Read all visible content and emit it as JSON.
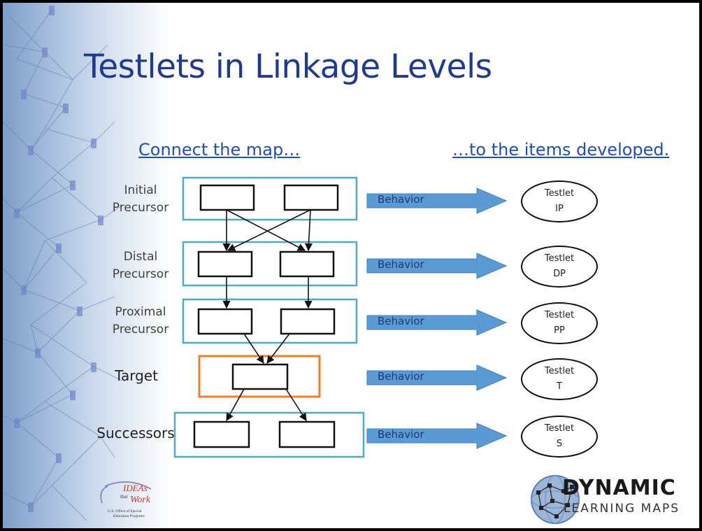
{
  "title": "Testlets in Linkage Levels",
  "left_heading": "Connect the map…",
  "right_heading": "…to the items developed.",
  "levels": [
    {
      "label_line1": "Initial",
      "label_line2": "Precursor",
      "arrow_label": "Behavior",
      "testlet_line1": "Testlet",
      "testlet_line2": "IP"
    },
    {
      "label_line1": "Distal",
      "label_line2": "Precursor",
      "arrow_label": "Behavior",
      "testlet_line1": "Testlet",
      "testlet_line2": "DP"
    },
    {
      "label_line1": "Proximal",
      "label_line2": "Precursor",
      "arrow_label": "Behavior",
      "testlet_line1": "Testlet",
      "testlet_line2": "PP"
    },
    {
      "label_line1": "Target",
      "label_line2": "",
      "arrow_label": "Behavior",
      "testlet_line1": "Testlet",
      "testlet_line2": "T"
    },
    {
      "label_line1": "Successors",
      "label_line2": "",
      "arrow_label": "Behavior",
      "testlet_line1": "Testlet",
      "testlet_line2": "S"
    }
  ],
  "colors": {
    "title": "#1f3a93",
    "level_frame": "#4bacc6",
    "target_frame": "#f07f23",
    "arrow_fill": "#5b9bd5"
  },
  "logos": {
    "ideas": {
      "line1": "IDEAs",
      "line2": "that",
      "line3": "Work",
      "caption1": "U.S. Office of Special",
      "caption2": "Education Programs"
    },
    "dlm": {
      "line1": "DYNAMIC",
      "line2": "LEARNING MAPS"
    }
  }
}
